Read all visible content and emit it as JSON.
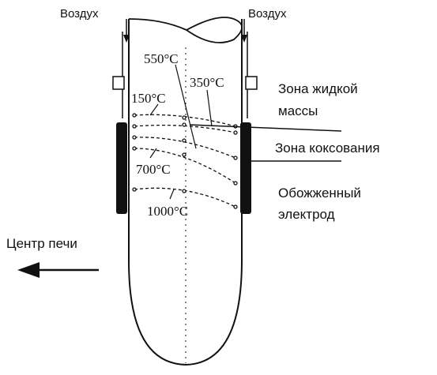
{
  "labels": {
    "air_left": "Воздух",
    "air_right": "Воздух",
    "zone_liquid_line1": "Зона жидкой",
    "zone_liquid_line2": "массы",
    "zone_coking": "Зона коксования",
    "baked_line1": "Обожженный",
    "baked_line2": "электрод",
    "furnace_center": "Центр печи"
  },
  "isotherms": [
    {
      "label": "550°C"
    },
    {
      "label": "350°C"
    },
    {
      "label": "150°C"
    },
    {
      "label": "700°C"
    },
    {
      "label": "1000°C"
    }
  ],
  "colors": {
    "ink": "#111111",
    "background": "#ffffff"
  }
}
